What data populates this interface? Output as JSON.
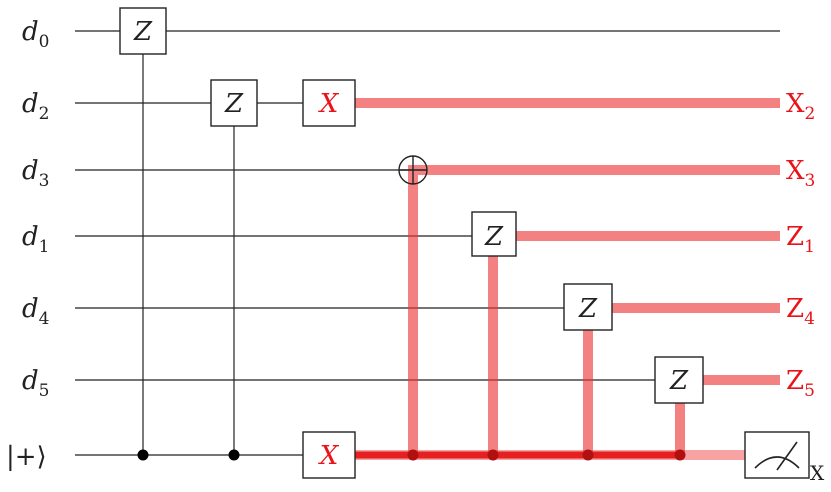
{
  "colors": {
    "wire": "#222222",
    "highlight": "#ee3333",
    "highlight_core": "#dd1111",
    "red_text": "#e8141a",
    "ink": "#222222"
  },
  "qubits": [
    {
      "base": "d",
      "sub": "0"
    },
    {
      "base": "d",
      "sub": "2"
    },
    {
      "base": "d",
      "sub": "3"
    },
    {
      "base": "d",
      "sub": "1"
    },
    {
      "base": "d",
      "sub": "4"
    },
    {
      "base": "d",
      "sub": "5"
    },
    {
      "ket": "|+⟩"
    }
  ],
  "gates": [
    {
      "wire": 0,
      "label": "Z",
      "color": "#222222"
    },
    {
      "wire": 1,
      "label": "Z",
      "color": "#222222"
    },
    {
      "wire": 1,
      "label": "X",
      "color": "#e8141a"
    },
    {
      "wire": 3,
      "label": "Z",
      "color": "#222222"
    },
    {
      "wire": 4,
      "label": "Z",
      "color": "#222222"
    },
    {
      "wire": 5,
      "label": "Z",
      "color": "#222222"
    },
    {
      "wire": 6,
      "label": "X",
      "color": "#e8141a"
    }
  ],
  "outputs": [
    {
      "main": "X",
      "sub": "2"
    },
    {
      "main": "X",
      "sub": "3"
    },
    {
      "main": "Z",
      "sub": "1"
    },
    {
      "main": "Z",
      "sub": "4"
    },
    {
      "main": "Z",
      "sub": "5"
    }
  ],
  "measurement": {
    "basis": "X"
  }
}
